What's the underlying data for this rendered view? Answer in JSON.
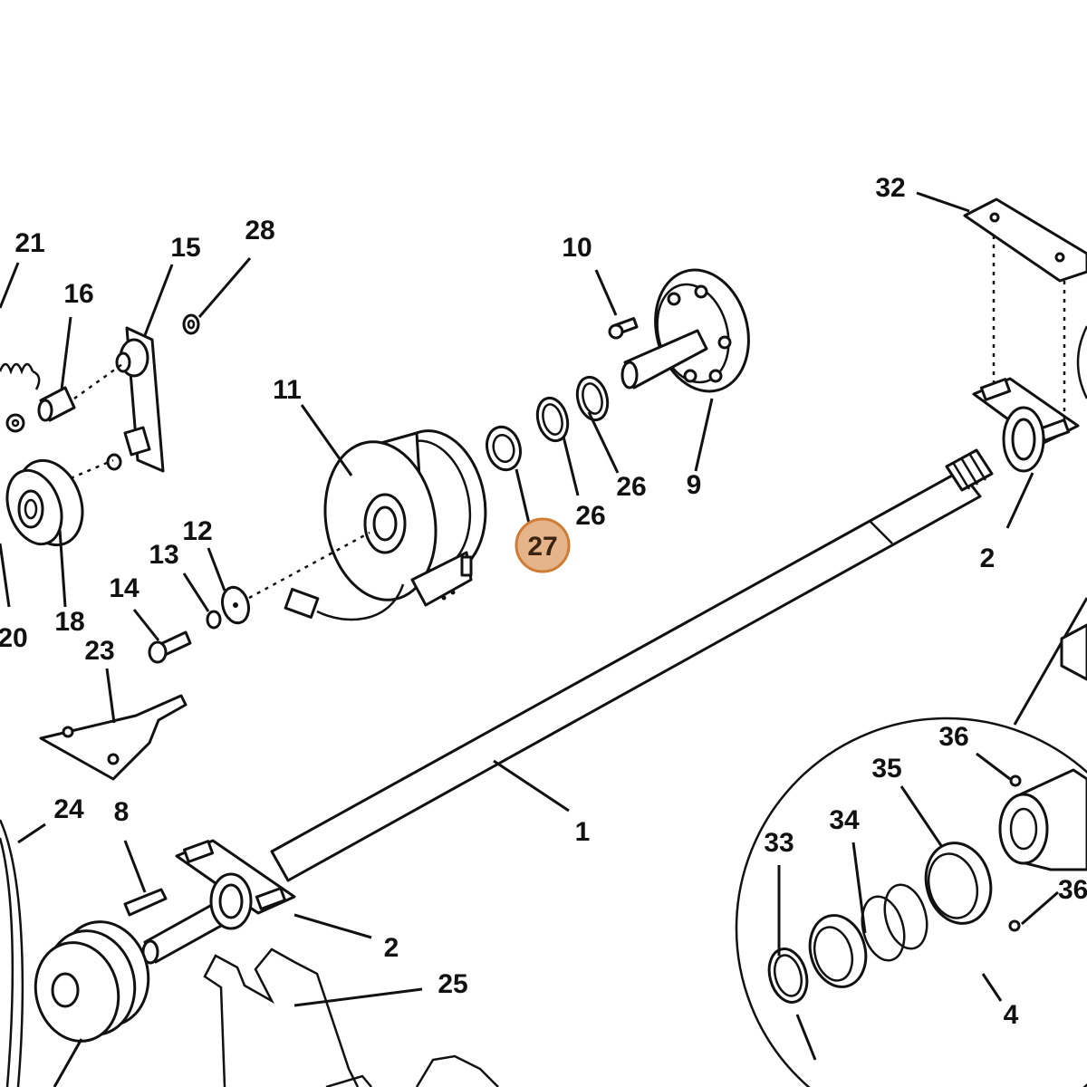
{
  "labels": {
    "l1": "1",
    "l2a": "2",
    "l2b": "2",
    "l4": "4",
    "l8": "8",
    "l9": "9",
    "l10": "10",
    "l11": "11",
    "l12": "12",
    "l13": "13",
    "l14": "14",
    "l15": "15",
    "l16": "16",
    "l18": "18",
    "l20": "20",
    "l21": "21",
    "l23": "23",
    "l24": "24",
    "l25": "25",
    "l26a": "26",
    "l26b": "26",
    "l27": "27",
    "l28": "28",
    "l32": "32",
    "l33": "33",
    "l34": "34",
    "l35": "35",
    "l36a": "36",
    "l36b": "36"
  },
  "highlight": {
    "part_number": "27",
    "fill_color": "#e6b48a",
    "stroke_color": "#d07c35"
  }
}
